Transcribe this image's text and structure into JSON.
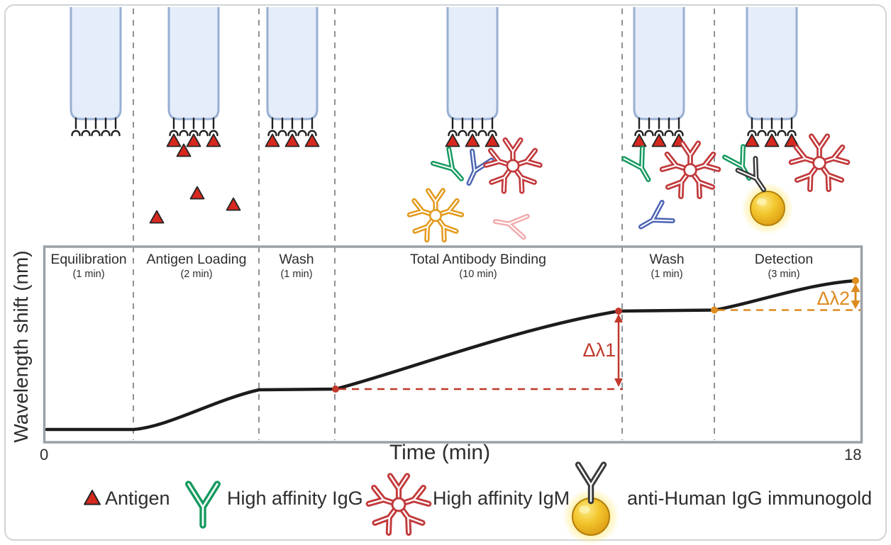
{
  "axes": {
    "y_label": "Wavelength shift (nm)",
    "x_label": "Time (min)",
    "x_tick_start": "0",
    "x_tick_end": "18"
  },
  "phases": [
    {
      "label": "Equilibration",
      "duration": "(1 min)"
    },
    {
      "label": "Antigen Loading",
      "duration": "(2 min)"
    },
    {
      "label": "Wash",
      "duration": "(1 min)"
    },
    {
      "label": "Total Antibody Binding",
      "duration": "(10 min)"
    },
    {
      "label": "Wash",
      "duration": "(1 min)"
    },
    {
      "label": "Detection",
      "duration": "(3 min)"
    }
  ],
  "annotations": {
    "delta_lambda_1": "Δλ1",
    "delta_lambda_2": "Δλ2"
  },
  "legend": [
    {
      "icon": "antigen-icon",
      "label": "Antigen"
    },
    {
      "icon": "igg-antibody-icon",
      "label": "High affinity IgG"
    },
    {
      "icon": "igm-antibody-icon",
      "label": "High affinity IgM"
    },
    {
      "icon": "immunogold-icon",
      "label": "anti-Human IgG immunogold"
    }
  ],
  "colors": {
    "antigen_red": "#d7281f",
    "igg_green": "#169a60",
    "igg_blue": "#4b64b3",
    "igg_pink": "#f2abad",
    "igm_red": "#c23a3c",
    "igm_orange": "#e39a1d",
    "immunogold_antibody_dark": "#3a3a3a",
    "gold_nanoparticle": "#f2c12e",
    "annotation_red": "#c0392b",
    "annotation_orange": "#dd8a1f",
    "curve_black": "#1c1c1c",
    "probe_fill": "#e4edf9",
    "probe_stroke": "#99afd3",
    "divider_grey": "#8d9298"
  },
  "chart_data": {
    "type": "line",
    "title": "",
    "xlabel": "Time (min)",
    "ylabel": "Wavelength shift (nm)",
    "xlim": [
      0,
      18
    ],
    "grid": false,
    "phases": [
      {
        "name": "Equilibration",
        "start_min": 0,
        "end_min": 1
      },
      {
        "name": "Antigen Loading",
        "start_min": 1,
        "end_min": 3
      },
      {
        "name": "Wash",
        "start_min": 3,
        "end_min": 4
      },
      {
        "name": "Total Antibody Binding",
        "start_min": 4,
        "end_min": 14
      },
      {
        "name": "Wash",
        "start_min": 14,
        "end_min": 15
      },
      {
        "name": "Detection",
        "start_min": 15,
        "end_min": 18
      }
    ],
    "series": [
      {
        "name": "wavelength-shift sensorgram",
        "x": [
          0,
          1,
          1.5,
          2,
          2.5,
          3,
          4,
          6,
          8,
          10,
          12,
          14,
          15,
          15.5,
          16,
          17,
          18
        ],
        "y_arbitrary": [
          0.06,
          0.06,
          0.12,
          0.2,
          0.25,
          0.27,
          0.27,
          0.37,
          0.47,
          0.56,
          0.63,
          0.68,
          0.68,
          0.72,
          0.76,
          0.81,
          0.83
        ]
      }
    ],
    "annotations": [
      {
        "label": "Δλ1",
        "from_y": 0.27,
        "to_y": 0.68,
        "at_min": 14,
        "color": "#c0392b"
      },
      {
        "label": "Δλ2",
        "from_y": 0.68,
        "to_y": 0.83,
        "at_min": 18,
        "color": "#dd8a1f"
      }
    ]
  }
}
